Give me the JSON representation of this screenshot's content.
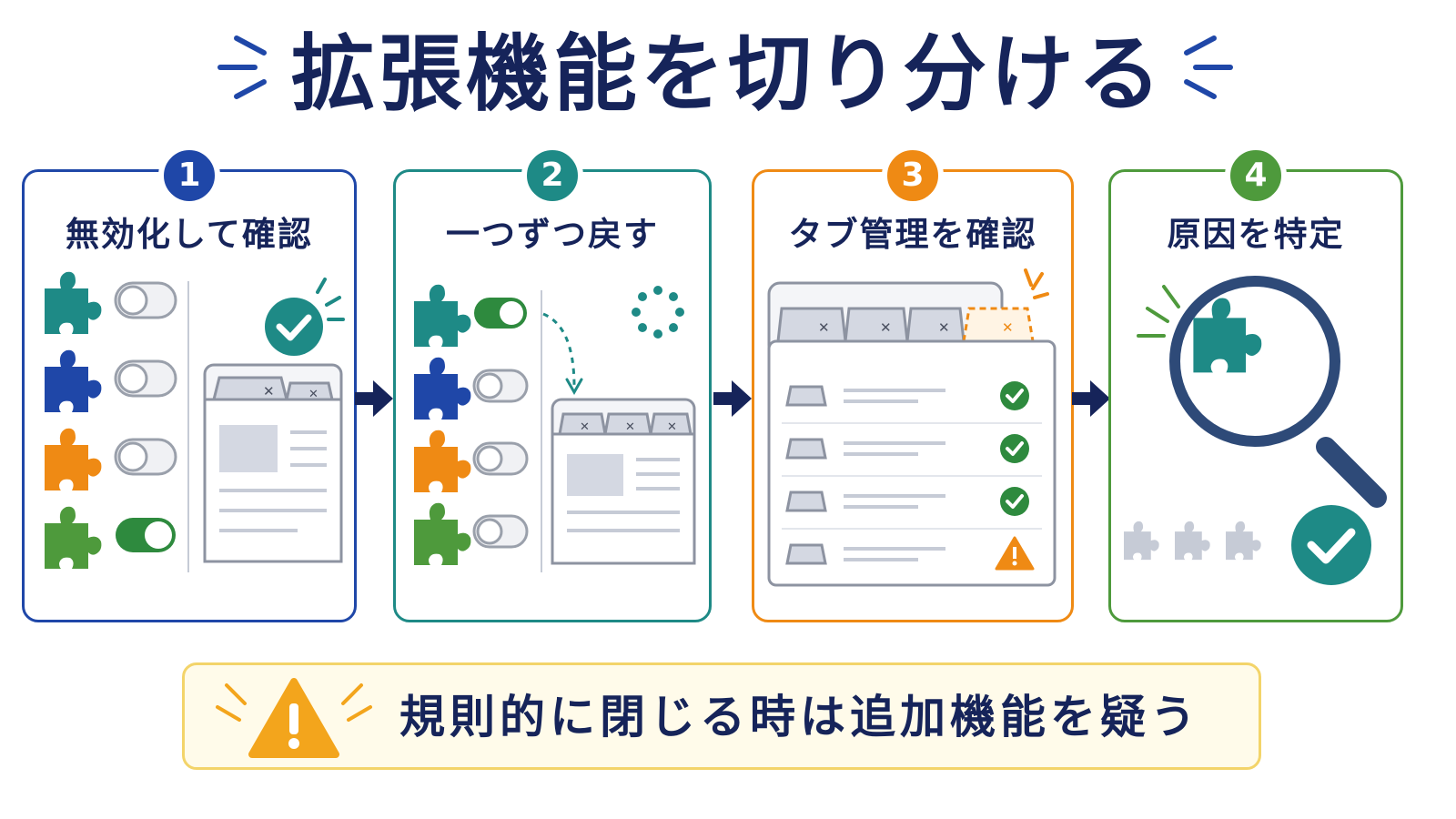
{
  "title": "拡張機能を切り分ける",
  "steps": [
    {
      "number": "1",
      "label": "無効化して確認",
      "color": "#1f47a8"
    },
    {
      "number": "2",
      "label": "一つずつ戻す",
      "color": "#1e8a86"
    },
    {
      "number": "3",
      "label": "タブ管理を確認",
      "color": "#ef8a14"
    },
    {
      "number": "4",
      "label": "原因を特定",
      "color": "#4e9a3c"
    }
  ],
  "colors": {
    "navy": "#16245a",
    "teal": "#1e8a86",
    "blue": "#1f47a8",
    "orange": "#ef8a14",
    "green": "#4e9a3c",
    "warning": "#f3a51c"
  },
  "icons": [
    "puzzle-icon",
    "toggle-icon",
    "browser-window-icon",
    "check-icon",
    "warning-icon",
    "magnifier-icon",
    "loading-spinner-icon",
    "close-icon"
  ],
  "warning_text": "規則的に閉じる時は追加機能を疑う"
}
